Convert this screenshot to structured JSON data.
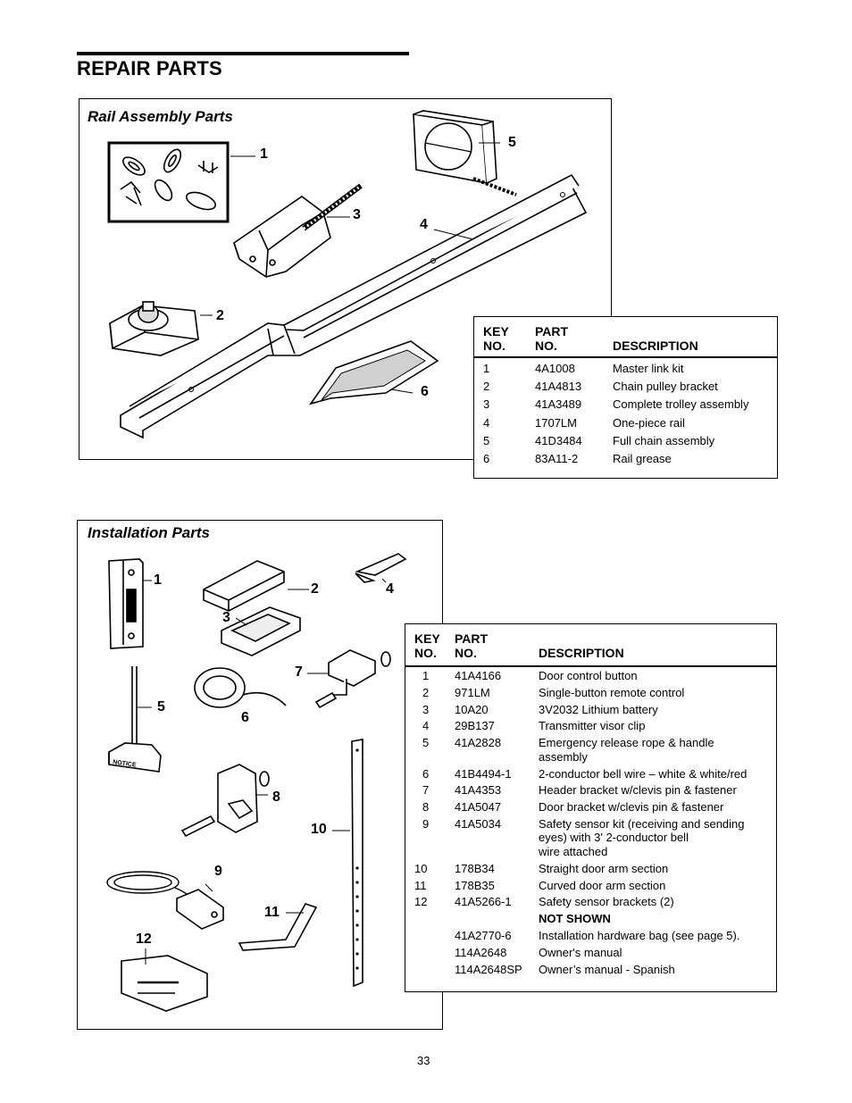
{
  "page": {
    "title": "REPAIR PARTS",
    "page_number": "33"
  },
  "rail_section": {
    "title": "Rail Assembly Parts",
    "callouts": [
      "1",
      "2",
      "3",
      "4",
      "5",
      "6"
    ],
    "table": {
      "header": {
        "key_line1": "KEY",
        "key_line2": "NO.",
        "part_line1": "PART",
        "part_line2": "NO.",
        "desc": "DESCRIPTION"
      },
      "rows": [
        {
          "key": "1",
          "part": "4A1008",
          "desc": "Master link kit"
        },
        {
          "key": "2",
          "part": "41A4813",
          "desc": "Chain pulley bracket"
        },
        {
          "key": "3",
          "part": "41A3489",
          "desc": "Complete trolley assembly"
        },
        {
          "key": "4",
          "part": "1707LM",
          "desc": "One-piece rail"
        },
        {
          "key": "5",
          "part": "41D3484",
          "desc": "Full chain assembly"
        },
        {
          "key": "6",
          "part": "83A11-2",
          "desc": "Rail grease"
        }
      ]
    }
  },
  "install_section": {
    "title": "Installation Parts",
    "callouts": [
      "1",
      "2",
      "3",
      "4",
      "5",
      "6",
      "7",
      "8",
      "9",
      "10",
      "11",
      "12"
    ],
    "notice_label": "NOTICE",
    "table": {
      "header": {
        "key_line1": "KEY",
        "key_line2": "NO.",
        "part_line1": "PART",
        "part_line2": "NO.",
        "desc": "DESCRIPTION"
      },
      "rows": [
        {
          "key": "1",
          "part": "41A4166",
          "desc": [
            "Door control button"
          ]
        },
        {
          "key": "2",
          "part": "971LM",
          "desc": [
            "Single-button remote control"
          ]
        },
        {
          "key": "3",
          "part": "10A20",
          "desc": [
            "3V2032 Lithium battery"
          ]
        },
        {
          "key": "4",
          "part": "29B137",
          "desc": [
            "Transmitter visor clip"
          ]
        },
        {
          "key": "5",
          "part": "41A2828",
          "desc": [
            "Emergency release rope & handle",
            "assembly"
          ]
        },
        {
          "key": "6",
          "part": "41B4494-1",
          "desc": [
            "2-conductor bell wire – white & white/red"
          ]
        },
        {
          "key": "7",
          "part": "41A4353",
          "desc": [
            "Header bracket w/clevis pin & fastener"
          ]
        },
        {
          "key": "8",
          "part": "41A5047",
          "desc": [
            "Door bracket w/clevis pin & fastener"
          ]
        },
        {
          "key": "9",
          "part": "41A5034",
          "desc": [
            "Safety sensor kit (receiving and sending",
            "eyes) with 3' 2-conductor bell",
            "wire attached"
          ]
        },
        {
          "key": "10",
          "part": "178B34",
          "desc": [
            "Straight door arm section"
          ]
        },
        {
          "key": "11",
          "part": "178B35",
          "desc": [
            "Curved door arm section"
          ]
        },
        {
          "key": "12",
          "part": "41A5266-1",
          "desc": [
            "Safety sensor brackets (2)"
          ]
        }
      ],
      "not_shown_label": "NOT SHOWN",
      "not_shown_rows": [
        {
          "part": "41A2770-6",
          "desc": "Installation hardware bag (see page 5)."
        },
        {
          "part": "114A2648",
          "desc": "Owner's manual"
        },
        {
          "part": "114A2648SP",
          "desc": "Owner’s manual - Spanish"
        }
      ]
    }
  }
}
